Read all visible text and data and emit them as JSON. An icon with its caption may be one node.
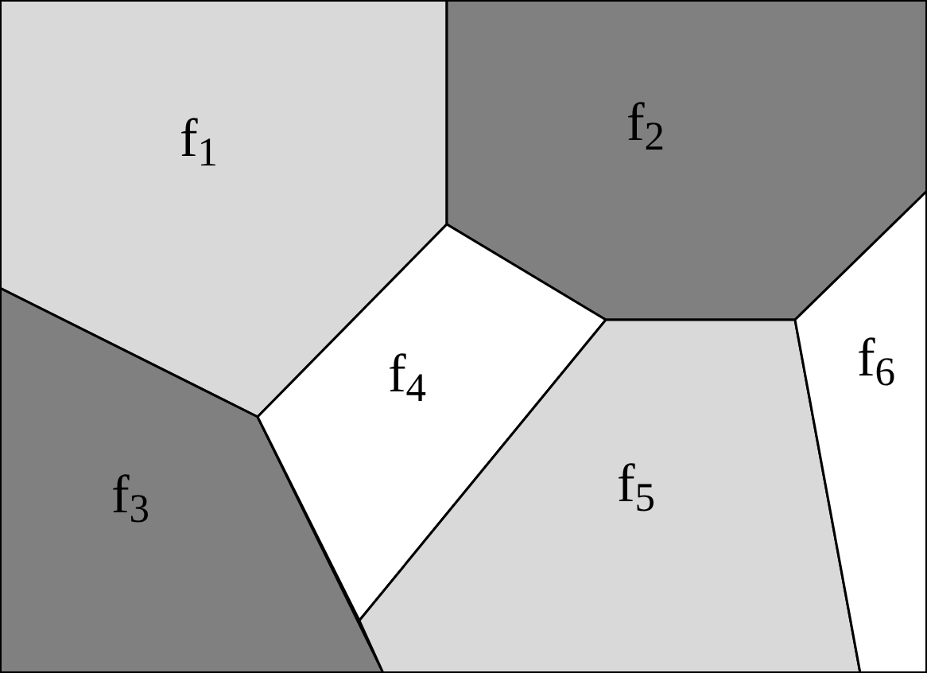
{
  "diagram": {
    "nodes": [
      {
        "text": [
          "f$_{1}$"
        ]
      },
      {
        "text": [
          "f$_{2}$"
        ]
      },
      {
        "text": [
          "f$_{3}$"
        ]
      },
      {
        "text": [
          "f$_{4}$"
        ]
      },
      {
        "text": [
          "f$_{5}$"
        ]
      },
      {
        "text": [
          "f$_{6}$"
        ]
      }
    ],
    "edges": []
  }
}
